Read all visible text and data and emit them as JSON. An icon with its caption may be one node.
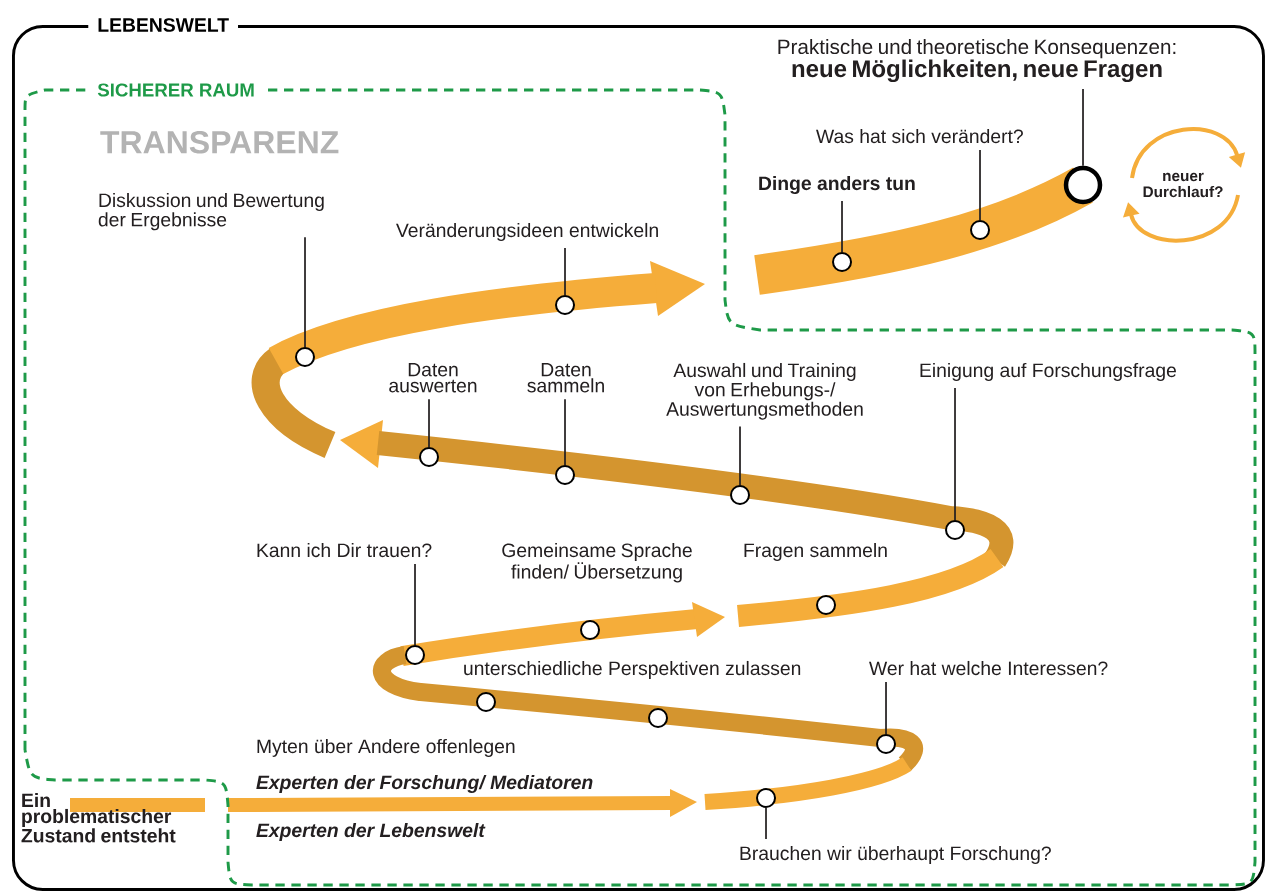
{
  "diagram": {
    "nodes": [
      {
        "text": [
          "LEBENSWELT"
        ]
      },
      {
        "text": [
          "SICHERER RAUM"
        ],
        "in": 0
      },
      {
        "text": [
          "Diskussion und Bewertung der Ergebnisse"
        ],
        "in": 1
      },
      {
        "text": [
          "Veränderungsideen entwickeln"
        ],
        "in": 1
      },
      {
        "text": [
          "Daten auswerten"
        ],
        "in": 1
      },
      {
        "text": [
          "Daten sammeln"
        ],
        "in": 1
      },
      {
        "text": [
          "Auswahl und Training von Erhebungs-/ Auswertungsmethoden"
        ],
        "in": 1
      },
      {
        "text": [
          "Einigung auf Forschungsfrage"
        ],
        "in": 1
      },
      {
        "text": [
          "Kann ich Dir trauen?"
        ],
        "in": 1
      },
      {
        "text": [
          "Wer hat welche Interessen?"
        ],
        "in": 1
      },
      {
        "text": [
          "Brauchen wir überhaupt Forschung?"
        ],
        "in": 1
      },
      {
        "text": [
          "Praktische und theoretische Konsequenzen:",
          "neue Möglichkeiten, neue Fragen"
        ],
        "in": 0
      },
      {
        "text": [
          "Was hat sich verändert?"
        ],
        "in": 0
      },
      {
        "text": [
          "Dinge anders tun"
        ],
        "in": 0
      },
      {
        "text": [],
        "shape": "circle",
        "in": 1
      },
      {
        "text": [],
        "shape": "circle",
        "in": 1
      },
      {
        "text": [],
        "shape": "circle",
        "in": 1
      },
      {
        "text": [],
        "shape": "circle",
        "in": 1
      },
      {
        "text": [],
        "shape": "circle",
        "in": 1
      },
      {
        "text": [],
        "shape": "circle",
        "in": 1
      },
      {
        "text": [],
        "shape": "circle",
        "in": 1
      },
      {
        "text": [],
        "shape": "circle",
        "in": 1
      },
      {
        "text": [],
        "shape": "circle",
        "in": 1
      },
      {
        "text": [],
        "shape": "circle",
        "in": 1
      },
      {
        "text": [],
        "shape": "circle",
        "in": 1
      },
      {
        "text": [],
        "shape": "circle",
        "in": 1
      },
      {
        "text": [],
        "shape": "circle",
        "in": 1
      },
      {
        "text": [],
        "shape": "circle",
        "in": 0
      },
      {
        "text": [],
        "shape": "circle",
        "in": 0
      },
      {
        "text": [],
        "shape": "circle",
        "in": 0
      }
    ],
    "edges": [
      {
        "from": 2,
        "to": 14,
        "arrow": "none"
      },
      {
        "from": 3,
        "to": 15,
        "arrow": "none"
      },
      {
        "from": 4,
        "to": 16,
        "arrow": "none"
      },
      {
        "from": 5,
        "to": 17,
        "arrow": "none"
      },
      {
        "from": 6,
        "to": 18,
        "arrow": "none"
      },
      {
        "from": 7,
        "to": 19,
        "arrow": "none"
      },
      {
        "from": 8,
        "to": 20,
        "arrow": "none"
      },
      {
        "from": 9,
        "to": 25,
        "arrow": "none"
      },
      {
        "from": 10,
        "to": 26,
        "arrow": "none"
      },
      {
        "from": 11,
        "to": 27,
        "arrow": "none"
      },
      {
        "from": 12,
        "to": 28,
        "arrow": "none"
      },
      {
        "from": 13,
        "to": 29,
        "arrow": "none"
      }
    ],
    "labels": [
      "TRANSPARENZ",
      "Gemeinsame Sprache finden/ Übersetzung",
      "Fragen sammeln",
      "unterschiedliche Perspektiven zulassen",
      "Myten über Andere offenlegen",
      "Experten der Forschung/ Mediatoren",
      "Experten der Lebenswelt",
      "Ein problematischer Zustand entsteht",
      "neuer Durchlauf?"
    ]
  }
}
